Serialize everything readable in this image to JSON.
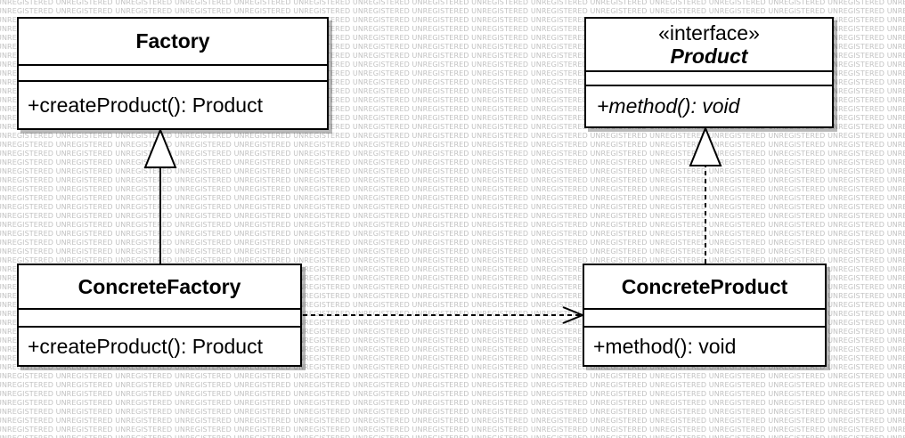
{
  "watermark": {
    "text": "UNREGISTERED"
  },
  "classes": {
    "factory": {
      "name": "Factory",
      "operation": "+createProduct(): Product"
    },
    "product": {
      "stereotype": "«interface»",
      "name": "Product",
      "operation": "+method(): void"
    },
    "concrete_factory": {
      "name": "ConcreteFactory",
      "operation": "+createProduct(): Product"
    },
    "concrete_product": {
      "name": "ConcreteProduct",
      "operation": "+method(): void"
    }
  },
  "relations": [
    {
      "from": "ConcreteFactory",
      "to": "Factory",
      "kind": "generalization"
    },
    {
      "from": "ConcreteProduct",
      "to": "Product",
      "kind": "realization"
    },
    {
      "from": "ConcreteFactory",
      "to": "ConcreteProduct",
      "kind": "dependency"
    }
  ],
  "colors": {
    "line": "#000000",
    "background": "#ffffff",
    "watermark": "#c2c2c2"
  }
}
